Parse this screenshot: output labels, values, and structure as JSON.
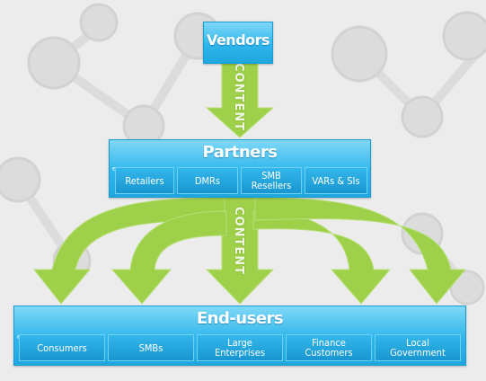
{
  "colors": {
    "arrow": "#9fd04a",
    "box": "#2fb6ec",
    "background": "#ececec"
  },
  "vendors": {
    "label": "Vendors"
  },
  "flow_label": "CONTENT",
  "partners": {
    "label": "Partners",
    "eg": "eg",
    "items": [
      "Retailers",
      "DMRs",
      "SMB Resellers",
      "VARs & SIs"
    ]
  },
  "end_users": {
    "label": "End-users",
    "eg": "eg",
    "items": [
      "Consumers",
      "SMBs",
      "Large Enterprises",
      "Finance Customers",
      "Local Government"
    ]
  }
}
